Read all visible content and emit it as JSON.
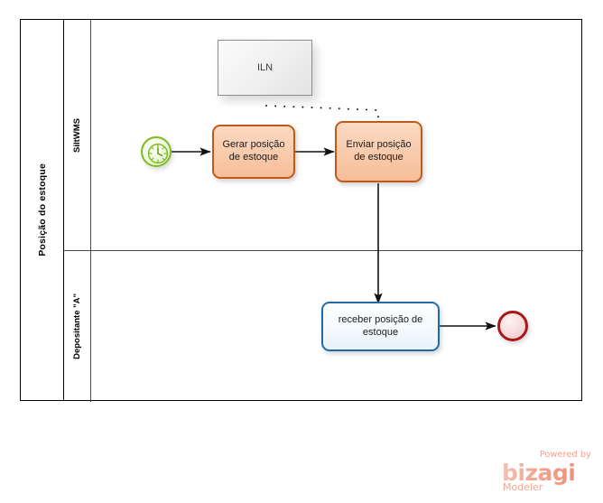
{
  "diagram": {
    "type": "bpmn-process",
    "pool": {
      "name": "Posição do estoque",
      "lanes": [
        {
          "id": "lane-siltwms",
          "name": "SiltWMS"
        },
        {
          "id": "lane-depositante",
          "name": "Depositante \"A\""
        }
      ]
    },
    "nodes": [
      {
        "id": "start-event",
        "type": "timer-start-event",
        "label": "",
        "lane": "lane-siltwms"
      },
      {
        "id": "task-gerar",
        "type": "task",
        "label": "Gerar posição de estoque",
        "lane": "lane-siltwms",
        "color": "#C05B17"
      },
      {
        "id": "task-enviar",
        "type": "task",
        "label": "Enviar posição de estoque",
        "lane": "lane-siltwms",
        "color": "#C05B17"
      },
      {
        "id": "artifact-iln",
        "type": "data-object",
        "label": "ILN",
        "lane": "lane-siltwms"
      },
      {
        "id": "task-receber",
        "type": "task",
        "label": "receber posição de estoque",
        "lane": "lane-depositante",
        "color": "#1F6BA8"
      },
      {
        "id": "end-event",
        "type": "end-event",
        "label": "",
        "lane": "lane-depositante",
        "color": "#A81818"
      }
    ],
    "flows": [
      {
        "id": "flow-1",
        "from": "start-event",
        "to": "task-gerar",
        "style": "sequence"
      },
      {
        "id": "flow-2",
        "from": "task-gerar",
        "to": "task-enviar",
        "style": "sequence"
      },
      {
        "id": "flow-3",
        "from": "task-enviar",
        "to": "task-receber",
        "style": "sequence"
      },
      {
        "id": "flow-4",
        "from": "task-receber",
        "to": "end-event",
        "style": "sequence"
      },
      {
        "id": "assoc-1",
        "from": "artifact-iln",
        "to": "task-enviar",
        "style": "association-dotted"
      }
    ]
  },
  "watermark": {
    "powered_by": "Powered by",
    "brand": "bizagi",
    "product": "Modeler",
    "color": "#F2A08B"
  }
}
